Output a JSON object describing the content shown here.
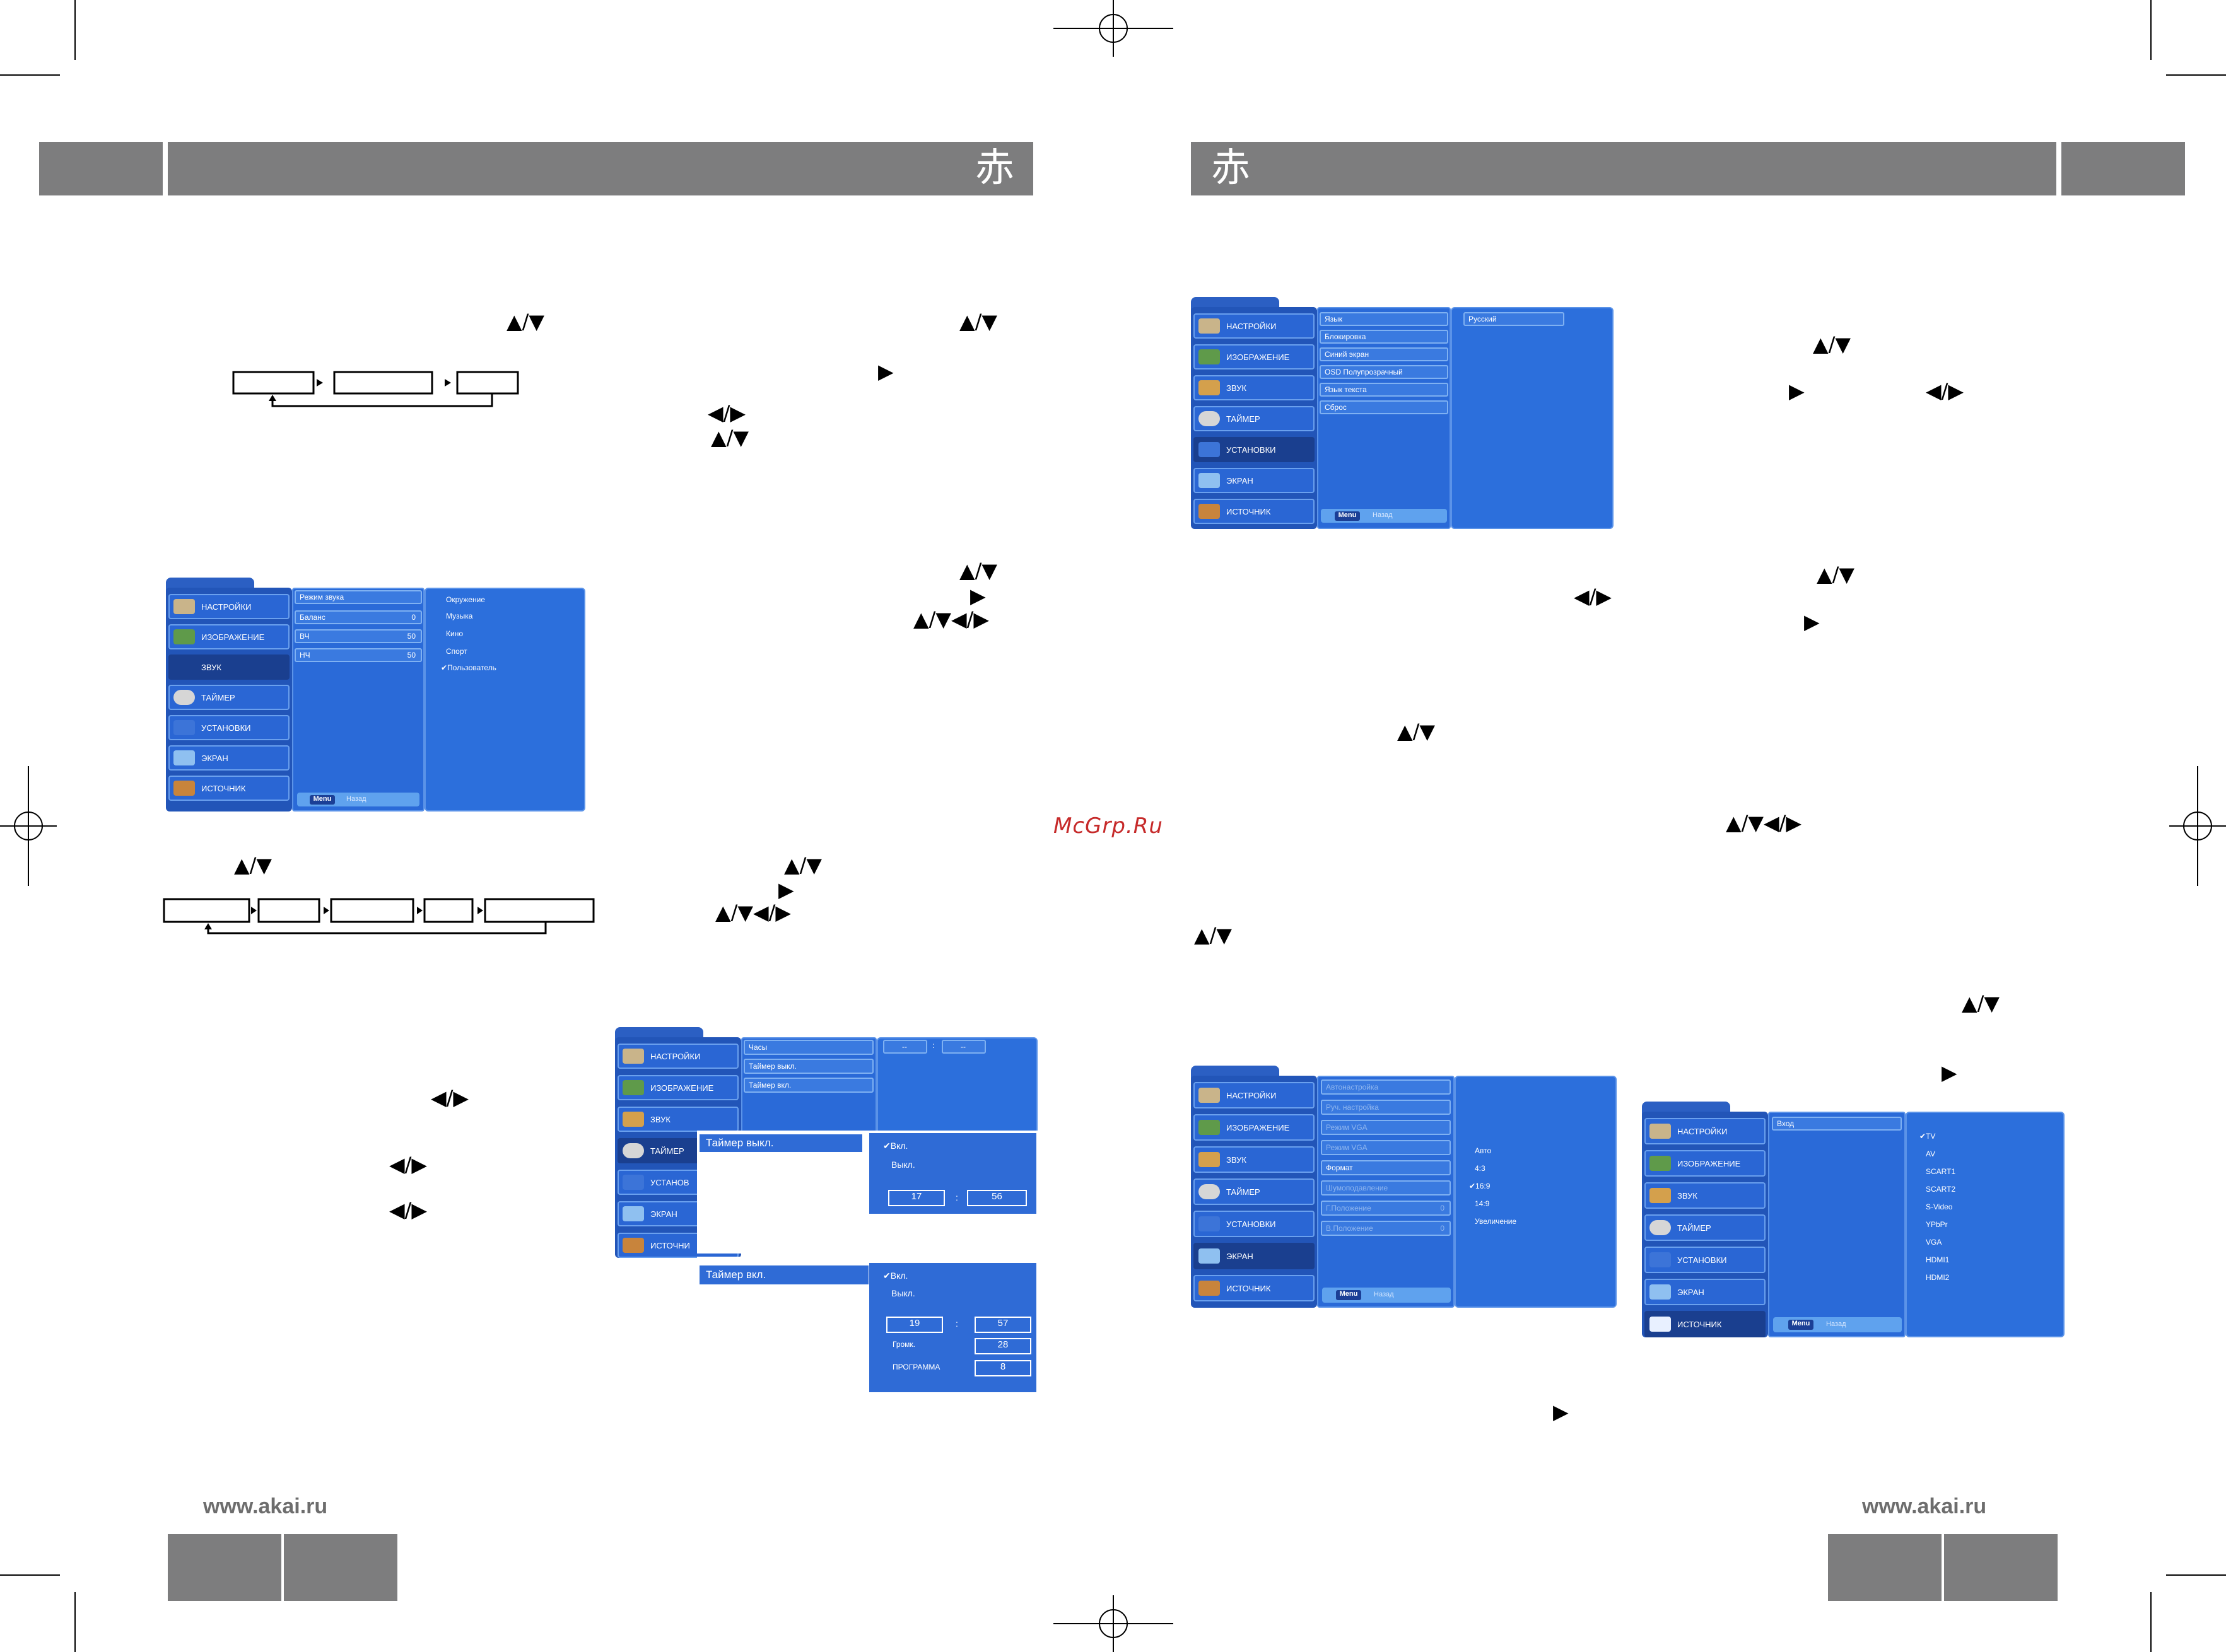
{
  "header": {
    "logo_left": "赤",
    "logo_right": "赤"
  },
  "arrows": {
    "up_down": "▲/▼",
    "right": "▶",
    "left_right": "◀/▶",
    "all_dirs": "▲/▼◀/▶"
  },
  "watermark": "McGrp.Ru",
  "footer": {
    "url_left": "www.akai.ru",
    "url_right": "www.akai.ru"
  },
  "menu_common": {
    "items": [
      "НАСТРОЙКИ",
      "ИЗОБРАЖЕНИЕ",
      "ЗВУК",
      "ТАЙМЕР",
      "УСТАНОВКИ",
      "ЭКРАН",
      "ИСТОЧНИК"
    ],
    "menu_button": "Menu",
    "back": "Назад"
  },
  "sound_menu": {
    "sub": [
      {
        "label": "Режим звука",
        "value": ""
      },
      {
        "label": "Баланс",
        "value": "0"
      },
      {
        "label": "ВЧ",
        "value": "50"
      },
      {
        "label": "НЧ",
        "value": "50"
      }
    ],
    "options": [
      "Окружение",
      "Музыка",
      "Кино",
      "Спорт",
      "✔Пользователь"
    ]
  },
  "timer_menu": {
    "sub": [
      "Часы",
      "Таймер выкл.",
      "Таймер вкл."
    ],
    "clock": [
      "--",
      ":",
      "--"
    ],
    "short_items": [
      "НАСТРОЙКИ",
      "ИЗОБРАЖЕНИЕ",
      "ЗВУК",
      "ТАЙМЕР",
      "УСТАНОВ",
      "ЭКРАН",
      "ИСТОЧНИ"
    ],
    "off_panel": {
      "title": "Таймер выкл.",
      "on": "✔Вкл.",
      "off": "Выкл.",
      "hour": "17",
      "sep": ":",
      "min": "56"
    },
    "on_panel": {
      "title": "Таймер вкл.",
      "on": "✔Вкл.",
      "off": "Выкл.",
      "hour": "19",
      "sep": ":",
      "min": "57",
      "vol_label": "Громк.",
      "vol": "28",
      "prog_label": "ПРОГРАММА",
      "prog": "8"
    }
  },
  "settings_menu": {
    "sub": [
      "Язык",
      "Блокировка",
      "Синий экран",
      "OSD Полупрозрачный",
      "Язык текста",
      "Сброс"
    ],
    "options": [
      "Русский"
    ]
  },
  "screen_menu": {
    "sub": [
      {
        "label": "Автонастройка",
        "value": "",
        "dim": true
      },
      {
        "label": "Руч. настройка",
        "value": "",
        "dim": true
      },
      {
        "label": "Режим VGA",
        "value": "",
        "dim": true
      },
      {
        "label": "Режим VGA",
        "value": "",
        "dim": true
      },
      {
        "label": "Формат",
        "value": "",
        "dim": false
      },
      {
        "label": "Шумоподавление",
        "value": "",
        "dim": true
      },
      {
        "label": "Г.Положение",
        "value": "0",
        "dim": true
      },
      {
        "label": "В.Положение",
        "value": "0",
        "dim": true
      }
    ],
    "options": [
      "Авто",
      "4:3",
      "✔16:9",
      "14:9",
      "Увеличение"
    ]
  },
  "source_menu": {
    "sub": [
      "Вход"
    ],
    "options": [
      "✔TV",
      "AV",
      "SCART1",
      "SCART2",
      "S-Video",
      "YPbPr",
      "VGA",
      "HDMI1",
      "HDMI2"
    ]
  }
}
